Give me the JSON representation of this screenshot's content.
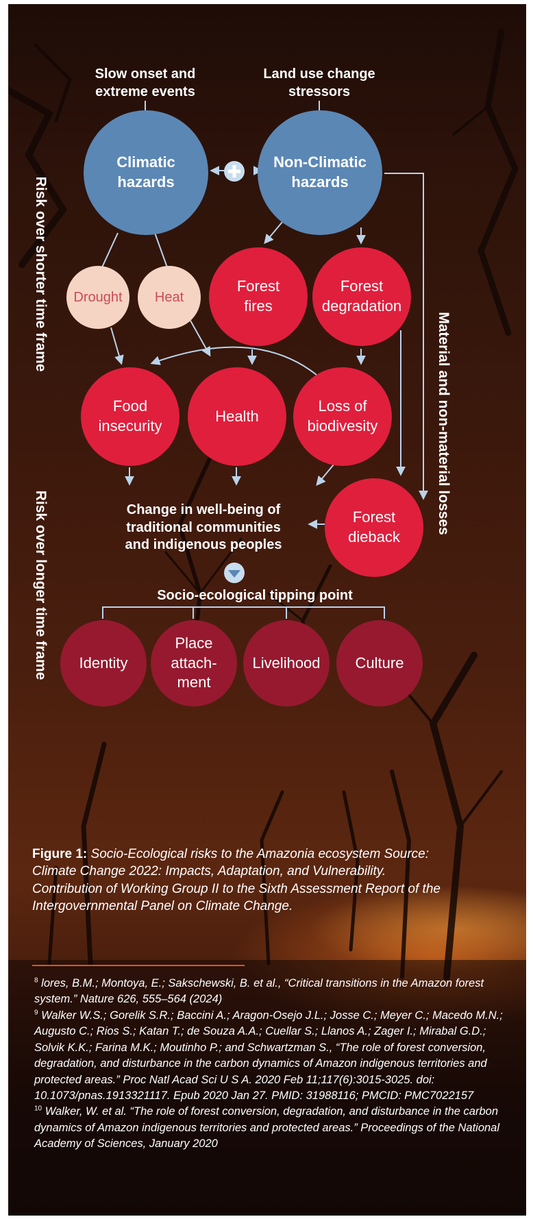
{
  "headings": {
    "slow_onset": "Slow onset and\nextreme events",
    "land_use": "Land use change\nstressors",
    "wellbeing": "Change in well-being of\ntraditional communities\nand indigenous peoples",
    "tipping_point": "Socio-ecological tipping point"
  },
  "side_labels": {
    "shorter": "Risk over shorter time frame",
    "longer": "Risk over longer time frame",
    "losses": "Material and non-material losses"
  },
  "nodes": {
    "climatic": "Climatic\nhazards",
    "non_climatic": "Non-Climatic\nhazards",
    "drought": "Drought",
    "heat": "Heat",
    "forest_fires": "Forest\nfires",
    "forest_degradation": "Forest\ndegradation",
    "food_insecurity": "Food\ninsecurity",
    "health": "Health",
    "loss_biodiversity": "Loss of\nbiodivesity",
    "forest_dieback": "Forest\ndieback",
    "identity": "Identity",
    "place_attachment": "Place\nattach-\nment",
    "livelihood": "Livelihood",
    "culture": "Culture"
  },
  "colors": {
    "hazard": "#5b87b5",
    "impact": "#e01f3d",
    "climate_impact": "#f6d4c4",
    "outcome": "#96192f",
    "connector": "#b9d3ea"
  },
  "figure": {
    "label": "Figure 1:",
    "text": "Socio-Ecological risks to the Amazonia ecosystem Source: Climate Change 2022: Impacts, Adaptation, and Vulnerability. Contribution of Working Group II to the Sixth Assessment Report of the Intergovernmental Panel on Climate Change."
  },
  "footnotes": [
    {
      "num": "8",
      "text": "lores, B.M.; Montoya, E.; Sakschewski, B. et al., “Critical transitions in the Amazon forest system.” Nature 626, 555–564 (2024)"
    },
    {
      "num": "9",
      "text": "Walker W.S.; Gorelik S.R.; Baccini A.; Aragon-Osejo J.L.; Josse C.; Meyer C.; Macedo M.N.; Augusto C.; Rios S.; Katan T.; de Souza A.A.; Cuellar S.; Llanos A.; Zager I.; Mirabal G.D.; Solvik K.K.; Farina M.K.; Moutinho P.; and Schwartzman S., “The role of forest conversion, degradation, and disturbance in the carbon dynamics of Amazon indigenous territories and protected areas.” Proc Natl Acad Sci U S A. 2020 Feb 11;117(6):3015-3025. doi: 10.1073/pnas.1913321117. Epub 2020 Jan 27. PMID: 31988116; PMCID: PMC7022157"
    },
    {
      "num": "10",
      "text": "Walker, W. et al. “The role of forest conversion, degradation, and disturbance in the carbon dynamics of Amazon indigenous territories and protected areas.” Proceedings of the National Academy of Sciences, January 2020"
    }
  ]
}
